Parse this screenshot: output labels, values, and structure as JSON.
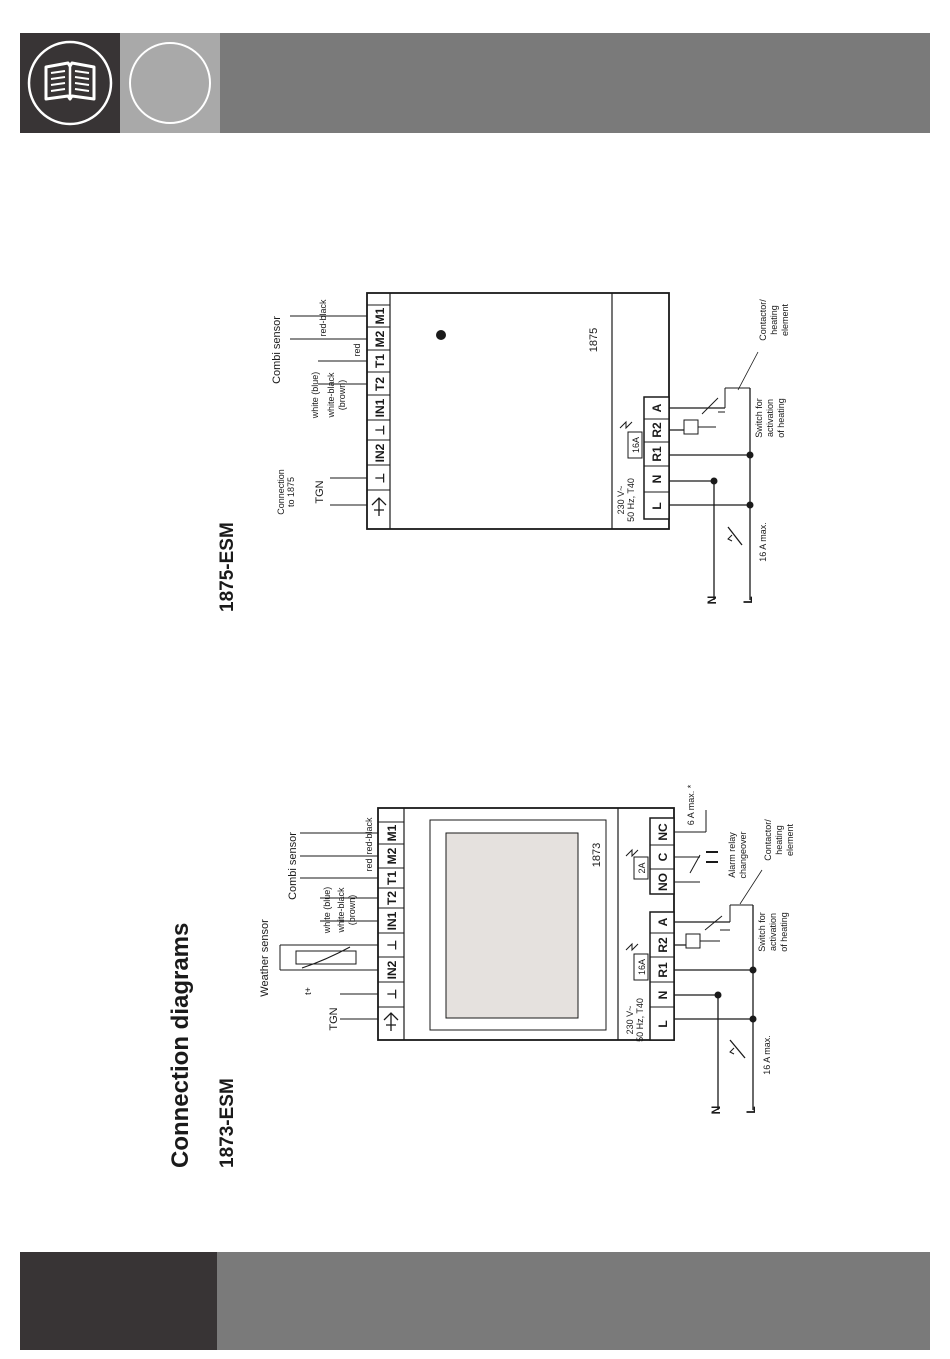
{
  "header": {
    "icon": "book-icon",
    "badge_icon": "circle-icon"
  },
  "page": {
    "title": "Connection diagrams",
    "model_a": "1873-ESM",
    "model_b": "1875-ESM"
  },
  "colors": {
    "dark": "#383435",
    "mid": "#a9a9a9",
    "bar": "#7a7a7a",
    "screen": "#e5e1de"
  },
  "d1873": {
    "tgn": "TGN",
    "weather": "Weather sensor",
    "tplus": "t+",
    "combi": "Combi sensor",
    "wires": [
      "white (blue)",
      "white-black",
      "(brown)",
      "red",
      "red-black"
    ],
    "top_terms": [
      "⊥",
      "IN2",
      "⊥",
      "IN1",
      "T2",
      "T1",
      "M2",
      "M1"
    ],
    "name": "1873",
    "supply1": "230 V~",
    "supply2": "50 Hz, T40",
    "fuse": "16A",
    "alarm_fuse": "2A",
    "bot_terms": [
      "L",
      "N",
      "R1",
      "R2",
      "A",
      "NO",
      "C",
      "NC"
    ],
    "n": "N",
    "l": "L",
    "max16": "16 A max.",
    "switch": [
      "Switch for",
      "activation",
      "of heating"
    ],
    "alarm": [
      "Alarm relay",
      "changeover"
    ],
    "contactor": [
      "Contactor/",
      "heating",
      "element"
    ],
    "max6": "6 A max. *"
  },
  "d1875": {
    "conn": [
      "Connection",
      "to 1875"
    ],
    "tgn": "TGN",
    "combi": "Combi sensor",
    "wires": [
      "white (blue)",
      "white-black",
      "(brown)",
      "red",
      "red-black"
    ],
    "top_terms": [
      "⊥",
      "IN2",
      "⊥",
      "IN1",
      "T2",
      "T1",
      "M2",
      "M1"
    ],
    "name": "1875",
    "supply1": "230 V~",
    "supply2": "50 Hz, T40",
    "fuse": "16A",
    "bot_terms": [
      "L",
      "N",
      "R1",
      "R2",
      "A"
    ],
    "n": "N",
    "l": "L",
    "max16": "16 A max.",
    "switch": [
      "Switch for",
      "activation",
      "of heating"
    ],
    "contactor": [
      "Contactor/",
      "heating",
      "element"
    ]
  }
}
